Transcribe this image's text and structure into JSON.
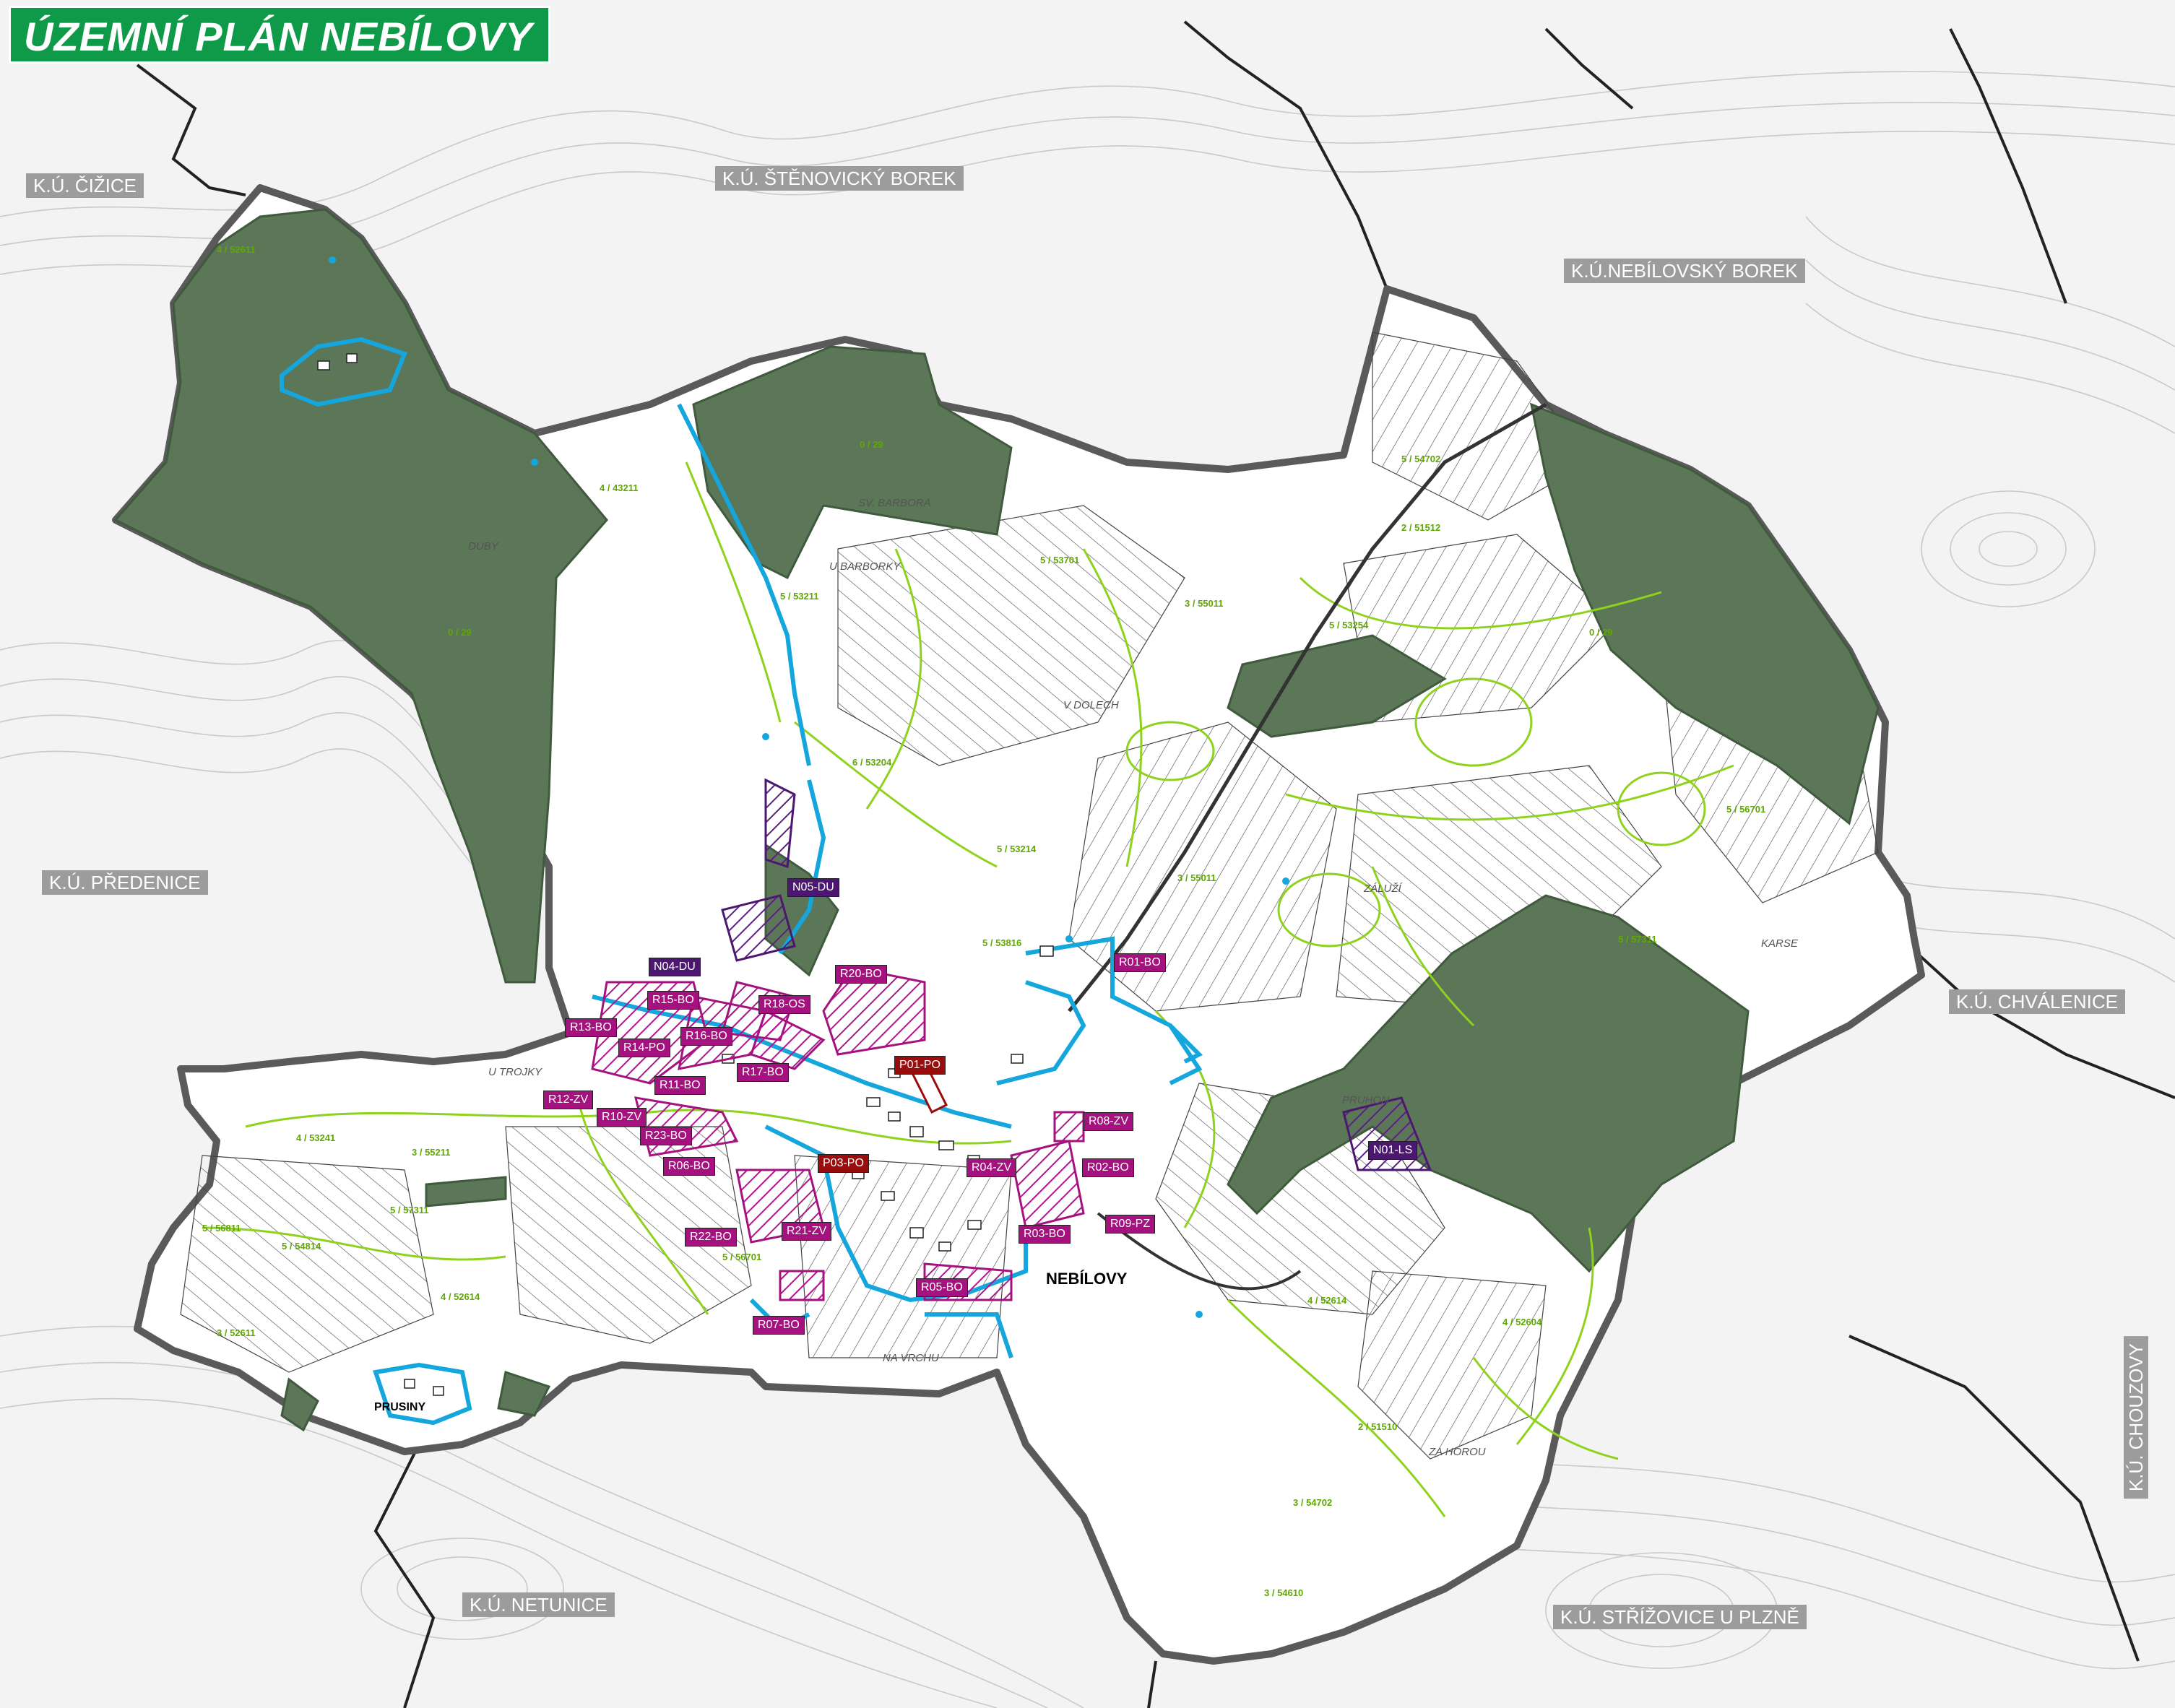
{
  "title": "ÚZEMNÍ PLÁN NEBÍLOVY",
  "cadastral_areas": [
    {
      "id": "cizice",
      "label": "K.Ú. ČIŽICE"
    },
    {
      "id": "stenovicky-borek",
      "label": "K.Ú. ŠTĚNOVICKÝ BOREK"
    },
    {
      "id": "nebilovsky-borek",
      "label": "K.Ú.NEBÍLOVSKÝ BOREK"
    },
    {
      "id": "predenice",
      "label": "K.Ú. PŘEDENICE"
    },
    {
      "id": "chvalenice",
      "label": "K.Ú. CHVÁLENICE"
    },
    {
      "id": "chouzovy",
      "label": "K.Ú. CHOUZOVY"
    },
    {
      "id": "netunice",
      "label": "K.Ú. NETUNICE"
    },
    {
      "id": "strizovice",
      "label": "K.Ú. STŘÍŽOVICE U PLZNĚ"
    }
  ],
  "villages": {
    "main": "NEBÍLOVY",
    "secondary": "PRUSINY"
  },
  "localities": [
    "DUBY",
    "SV. BARBORA",
    "U BARBORKY",
    "V DOLECH",
    "ZÁLUŽÍ",
    "PRUHON",
    "ZA HOROU",
    "NA VRCHU",
    "U TROJKY",
    "KARSE"
  ],
  "plots": [
    {
      "id": "R01",
      "label": "R01-BO",
      "kind": "r"
    },
    {
      "id": "R02",
      "label": "R02-BO",
      "kind": "r"
    },
    {
      "id": "R03",
      "label": "R03-BO",
      "kind": "r"
    },
    {
      "id": "R04",
      "label": "R04-ZV",
      "kind": "r"
    },
    {
      "id": "R05",
      "label": "R05-BO",
      "kind": "r"
    },
    {
      "id": "R06",
      "label": "R06-BO",
      "kind": "r"
    },
    {
      "id": "R07",
      "label": "R07-BO",
      "kind": "r"
    },
    {
      "id": "R08",
      "label": "R08-ZV",
      "kind": "r"
    },
    {
      "id": "R09",
      "label": "R09-PZ",
      "kind": "r"
    },
    {
      "id": "R10",
      "label": "R10-ZV",
      "kind": "r"
    },
    {
      "id": "R11",
      "label": "R11-BO",
      "kind": "r"
    },
    {
      "id": "R12",
      "label": "R12-ZV",
      "kind": "r"
    },
    {
      "id": "R13",
      "label": "R13-BO",
      "kind": "r"
    },
    {
      "id": "R14",
      "label": "R14-PO",
      "kind": "r"
    },
    {
      "id": "R15",
      "label": "R15-BO",
      "kind": "r"
    },
    {
      "id": "R16",
      "label": "R16-BO",
      "kind": "r"
    },
    {
      "id": "R17",
      "label": "R17-BO",
      "kind": "r"
    },
    {
      "id": "R18",
      "label": "R18-OS",
      "kind": "r"
    },
    {
      "id": "R20",
      "label": "R20-BO",
      "kind": "r"
    },
    {
      "id": "R21",
      "label": "R21-ZV",
      "kind": "r"
    },
    {
      "id": "R22",
      "label": "R22-BO",
      "kind": "r"
    },
    {
      "id": "R23",
      "label": "R23-BO",
      "kind": "r"
    },
    {
      "id": "N01",
      "label": "N01-LS",
      "kind": "n"
    },
    {
      "id": "N04",
      "label": "N04-DU",
      "kind": "n"
    },
    {
      "id": "N05",
      "label": "N05-DU",
      "kind": "n"
    },
    {
      "id": "P01",
      "label": "P01-PO",
      "kind": "p"
    },
    {
      "id": "P03",
      "label": "P03-PO",
      "kind": "p"
    }
  ],
  "soil_codes": [
    "4 / 52611",
    "5 / 53211",
    "4 / 43211",
    "5 / 53214",
    "6 / 53204",
    "5 / 53701",
    "3 / 55011",
    "5 / 54702",
    "2 / 51510",
    "5 / 53816",
    "4 / 53241",
    "3 / 55211",
    "5 / 57311",
    "5 / 54814",
    "4 / 52614",
    "3 / 52611",
    "5 / 56701",
    "4 / 52604",
    "3 / 54702",
    "5 / 56811",
    "3 / 54610",
    "5 / 56701",
    "3 / 55011",
    "5 / 53254",
    "2 / 51512",
    "4 / 52614",
    "5 / 57311",
    "0 / 29",
    "0 / 29",
    "0 / 29"
  ],
  "colors": {
    "forest": "#5c7658",
    "boundary": "#5a5a5a",
    "contour": "#9a9a9a",
    "soil": "#8fd21e",
    "built": "#14a6dc",
    "plot_r": "#a5127f",
    "plot_n": "#4b1770",
    "plot_p": "#9a0d0d",
    "title_bg": "#0e9a48"
  }
}
